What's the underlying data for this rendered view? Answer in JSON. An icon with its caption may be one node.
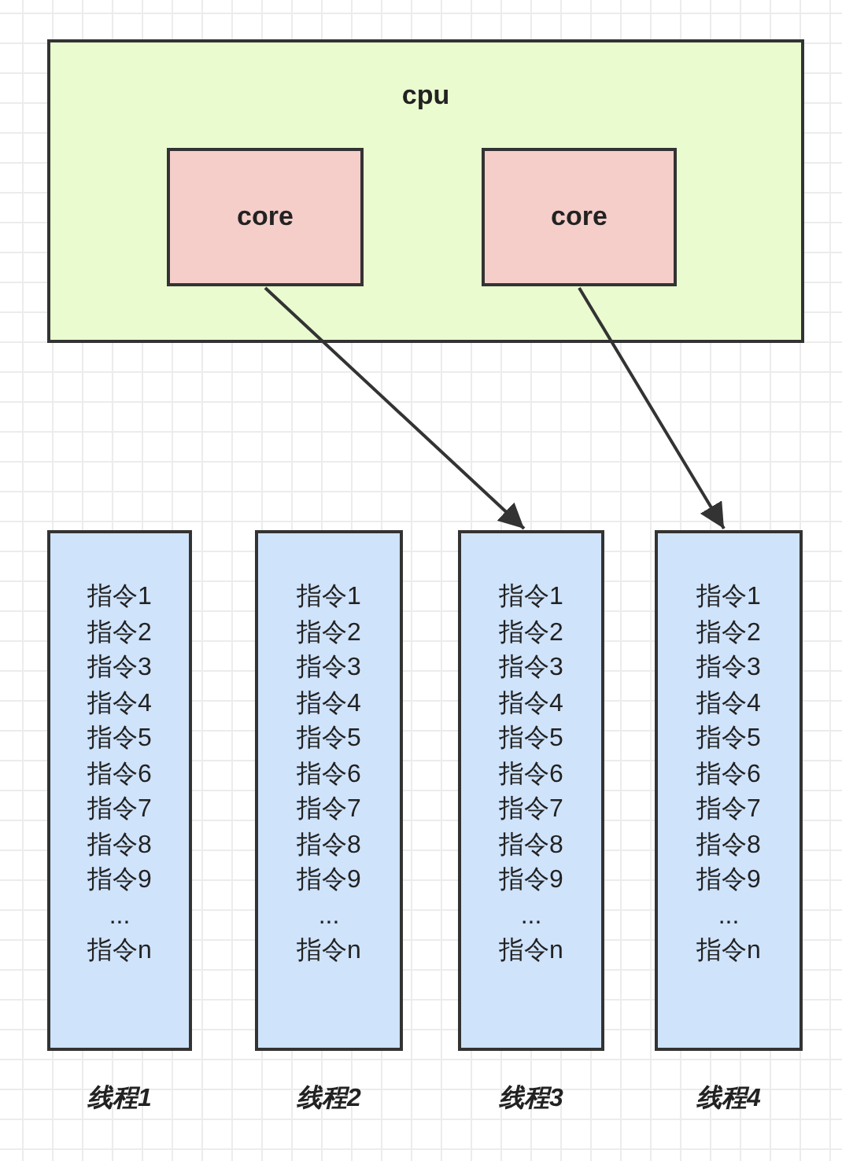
{
  "diagram": {
    "nodes": [
      {
        "text": [
          "cpu"
        ]
      },
      {
        "text": [
          "core"
        ],
        "in": 0
      },
      {
        "text": [
          "core"
        ],
        "in": 0
      },
      {
        "text": [
          "指令1",
          "指令2",
          "指令3",
          "指令4",
          "指令5",
          "指令6",
          "指令7",
          "指令8",
          "指令9",
          "...",
          "指令n"
        ],
        "beside": [
          "线程1"
        ]
      },
      {
        "text": [
          "指令1",
          "指令2",
          "指令3",
          "指令4",
          "指令5",
          "指令6",
          "指令7",
          "指令8",
          "指令9",
          "...",
          "指令n"
        ],
        "beside": [
          "线程2"
        ]
      },
      {
        "text": [
          "指令1",
          "指令2",
          "指令3",
          "指令4",
          "指令5",
          "指令6",
          "指令7",
          "指令8",
          "指令9",
          "...",
          "指令n"
        ],
        "beside": [
          "线程3"
        ]
      },
      {
        "text": [
          "指令1",
          "指令2",
          "指令3",
          "指令4",
          "指令5",
          "指令6",
          "指令7",
          "指令8",
          "指令9",
          "...",
          "指令n"
        ],
        "beside": [
          "线程4"
        ]
      }
    ],
    "edges": [
      {
        "from": 1,
        "to": 5,
        "arrow": "to"
      },
      {
        "from": 2,
        "to": 6,
        "arrow": "to"
      }
    ]
  }
}
